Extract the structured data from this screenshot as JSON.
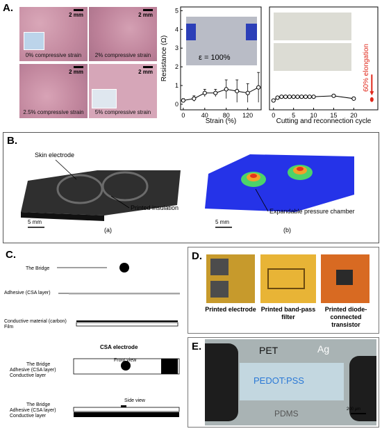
{
  "panelA": {
    "label": "A.",
    "micrographs": [
      {
        "caption": "0% compressive strain",
        "scale": "2 mm"
      },
      {
        "caption": "2% compressive strain",
        "scale": "2 mm"
      },
      {
        "caption": "2.5% compressive strain",
        "scale": "2 mm"
      },
      {
        "caption": "5% compressive strain",
        "scale": "2 mm"
      }
    ],
    "strain_inset_label": "ε = 100%",
    "elongation_label": "60% elongation"
  },
  "chart_data": [
    {
      "type": "line",
      "xlabel": "Strain (%)",
      "ylabel": "Resistance (Ω)",
      "xticks": [
        0,
        40,
        80,
        120
      ],
      "yticks": [
        0,
        1,
        2,
        3,
        4,
        5
      ],
      "xlim": [
        -5,
        145
      ],
      "ylim": [
        -0.3,
        5.2
      ],
      "x": [
        0,
        20,
        40,
        60,
        80,
        100,
        120,
        140
      ],
      "values": [
        0.2,
        0.3,
        0.6,
        0.6,
        0.8,
        0.7,
        0.6,
        0.9
      ],
      "errors": [
        0.1,
        0.15,
        0.2,
        0.2,
        0.5,
        0.6,
        0.5,
        0.8
      ]
    },
    {
      "type": "line",
      "xlabel": "Cutting and reconnection cycle",
      "xticks": [
        0,
        5,
        10,
        15,
        20
      ],
      "xlim": [
        -1,
        26
      ],
      "ylim": [
        -0.3,
        5.2
      ],
      "x": [
        0,
        1,
        2,
        3,
        4,
        5,
        6,
        7,
        8,
        9,
        10,
        15,
        20
      ],
      "values": [
        0.2,
        0.35,
        0.4,
        0.4,
        0.4,
        0.4,
        0.4,
        0.4,
        0.4,
        0.4,
        0.4,
        0.45,
        0.3
      ],
      "extra_point": {
        "x": 24.5,
        "y": 0.25
      }
    }
  ],
  "panelB": {
    "label": "B.",
    "skin_electrode": "Skin electrode",
    "printed_insulation": "Printed insulation",
    "scale_a": "5 mm",
    "caption_a": "(a)",
    "chamber": "Expandable pressure chamber",
    "scale_b": "5 mm",
    "caption_b": "(b)"
  },
  "panelC": {
    "label": "C.",
    "bridge": "The Bridge",
    "adhesive": "Adhesive (CSA layer)",
    "conductive_material": "Conductive material (carbon)",
    "film": "Film",
    "csa_title": "CSA electrode",
    "front_view": "Front view",
    "side_view": "Side view",
    "bridge2": "The Bridge",
    "adhesive2": "Adhesive (CSA layer)",
    "conductive2": "Conductive layer",
    "bridge3": "The Bridge",
    "adhesive3": "Adhesive (CSA layer)",
    "conductive3": "Conductive layer"
  },
  "panelD": {
    "label": "D.",
    "items": [
      {
        "caption": "Printed electrode"
      },
      {
        "caption": "Printed band-pass filter"
      },
      {
        "caption": "Printed diode-connected transistor"
      }
    ]
  },
  "panelE": {
    "label": "E.",
    "pet": "PET",
    "ag": "Ag",
    "pedot": "PEDOT:PSS",
    "pdms": "PDMS",
    "scale": "200 µm"
  }
}
